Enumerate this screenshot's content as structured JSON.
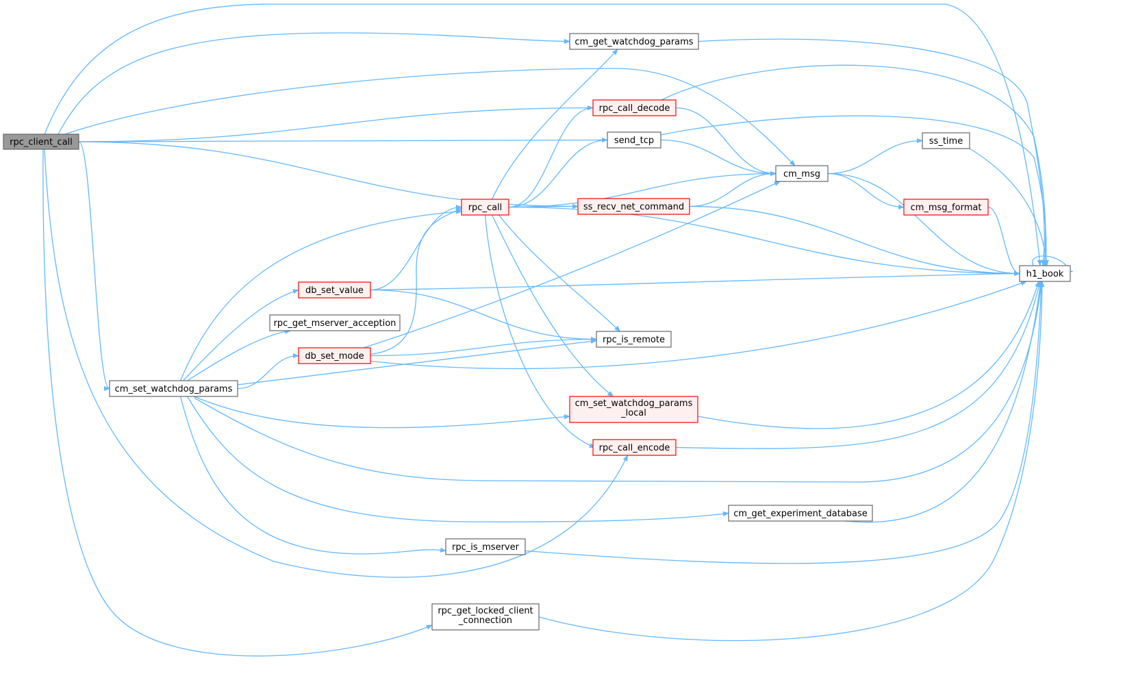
{
  "colors": {
    "edge": "#63b8ff",
    "normal_fill": "#ffffff",
    "normal_stroke": "#666666",
    "red_fill": "#fff0f0",
    "red_stroke": "#ff0000",
    "root_fill": "#999999",
    "root_stroke": "#666666"
  },
  "nodes": {
    "rpc_client_call": {
      "label": "rpc_client_call",
      "style": "root"
    },
    "cm_get_watchdog_params": {
      "label": "cm_get_watchdog_params",
      "style": "normal"
    },
    "rpc_call_decode": {
      "label": "rpc_call_decode",
      "style": "red"
    },
    "send_tcp": {
      "label": "send_tcp",
      "style": "normal"
    },
    "ss_time": {
      "label": "ss_time",
      "style": "normal"
    },
    "cm_msg": {
      "label": "cm_msg",
      "style": "normal"
    },
    "rpc_call": {
      "label": "rpc_call",
      "style": "red"
    },
    "ss_recv_net_command": {
      "label": "ss_recv_net_command",
      "style": "red"
    },
    "cm_msg_format": {
      "label": "cm_msg_format",
      "style": "red"
    },
    "h1_book": {
      "label": "h1_book",
      "style": "normal"
    },
    "db_set_value": {
      "label": "db_set_value",
      "style": "red"
    },
    "rpc_get_mserver_acception": {
      "label": "rpc_get_mserver_acception",
      "style": "normal"
    },
    "rpc_is_remote": {
      "label": "rpc_is_remote",
      "style": "normal"
    },
    "db_set_mode": {
      "label": "db_set_mode",
      "style": "red"
    },
    "cm_set_watchdog_params": {
      "label": "cm_set_watchdog_params",
      "style": "normal"
    },
    "cm_set_watchdog_params_local": {
      "label": [
        "cm_set_watchdog_params",
        "_local"
      ],
      "style": "red"
    },
    "rpc_call_encode": {
      "label": "rpc_call_encode",
      "style": "red"
    },
    "cm_get_experiment_database": {
      "label": "cm_get_experiment_database",
      "style": "normal"
    },
    "rpc_is_mserver": {
      "label": "rpc_is_mserver",
      "style": "normal"
    },
    "rpc_get_locked_client_connection": {
      "label": [
        "rpc_get_locked_client",
        "_connection"
      ],
      "style": "normal"
    }
  },
  "edges": [
    [
      "rpc_client_call",
      "cm_get_watchdog_params"
    ],
    [
      "rpc_client_call",
      "h1_book"
    ],
    [
      "rpc_client_call",
      "cm_msg"
    ],
    [
      "rpc_client_call",
      "rpc_call_decode"
    ],
    [
      "rpc_client_call",
      "send_tcp"
    ],
    [
      "rpc_client_call",
      "ss_recv_net_command"
    ],
    [
      "rpc_client_call",
      "cm_set_watchdog_params"
    ],
    [
      "rpc_client_call",
      "rpc_call_encode"
    ],
    [
      "rpc_client_call",
      "rpc_get_locked_client_connection"
    ],
    [
      "cm_get_watchdog_params",
      "h1_book"
    ],
    [
      "rpc_call_decode",
      "h1_book"
    ],
    [
      "rpc_call_decode",
      "cm_msg"
    ],
    [
      "send_tcp",
      "h1_book"
    ],
    [
      "send_tcp",
      "cm_msg"
    ],
    [
      "cm_msg",
      "ss_time"
    ],
    [
      "cm_msg",
      "h1_book"
    ],
    [
      "cm_msg",
      "cm_msg_format"
    ],
    [
      "ss_time",
      "h1_book"
    ],
    [
      "cm_msg_format",
      "h1_book"
    ],
    [
      "h1_book",
      "h1_book"
    ],
    [
      "rpc_call",
      "cm_get_watchdog_params"
    ],
    [
      "rpc_call",
      "rpc_call_decode"
    ],
    [
      "rpc_call",
      "send_tcp"
    ],
    [
      "rpc_call",
      "cm_msg"
    ],
    [
      "rpc_call",
      "ss_recv_net_command"
    ],
    [
      "rpc_call",
      "h1_book"
    ],
    [
      "rpc_call",
      "rpc_is_remote"
    ],
    [
      "rpc_call",
      "cm_set_watchdog_params_local"
    ],
    [
      "rpc_call",
      "rpc_call_encode"
    ],
    [
      "ss_recv_net_command",
      "cm_msg"
    ],
    [
      "ss_recv_net_command",
      "h1_book"
    ],
    [
      "db_set_value",
      "rpc_call"
    ],
    [
      "db_set_value",
      "h1_book"
    ],
    [
      "db_set_value",
      "rpc_is_remote"
    ],
    [
      "db_set_mode",
      "rpc_call"
    ],
    [
      "db_set_mode",
      "cm_msg"
    ],
    [
      "db_set_mode",
      "rpc_is_remote"
    ],
    [
      "db_set_mode",
      "h1_book"
    ],
    [
      "cm_set_watchdog_params",
      "rpc_call"
    ],
    [
      "cm_set_watchdog_params",
      "db_set_value"
    ],
    [
      "cm_set_watchdog_params",
      "rpc_get_mserver_acception"
    ],
    [
      "cm_set_watchdog_params",
      "db_set_mode"
    ],
    [
      "cm_set_watchdog_params",
      "rpc_is_remote"
    ],
    [
      "cm_set_watchdog_params",
      "cm_set_watchdog_params_local"
    ],
    [
      "cm_set_watchdog_params",
      "h1_book"
    ],
    [
      "cm_set_watchdog_params",
      "cm_get_experiment_database"
    ],
    [
      "cm_set_watchdog_params",
      "rpc_is_mserver"
    ],
    [
      "cm_set_watchdog_params_local",
      "h1_book"
    ],
    [
      "rpc_call_encode",
      "h1_book"
    ],
    [
      "cm_get_experiment_database",
      "h1_book"
    ],
    [
      "rpc_is_mserver",
      "h1_book"
    ],
    [
      "rpc_get_locked_client_connection",
      "h1_book"
    ]
  ]
}
